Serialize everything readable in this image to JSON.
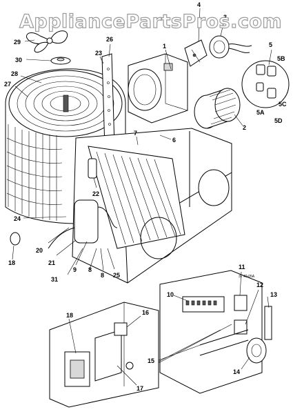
{
  "watermark": "AppliancePartsPros.com",
  "tiny_label": "3 / 40-05A",
  "callouts": [
    {
      "id": "c1",
      "label": "1"
    },
    {
      "id": "c2",
      "label": "2"
    },
    {
      "id": "c3",
      "label": "3"
    },
    {
      "id": "c4",
      "label": "4"
    },
    {
      "id": "c5",
      "label": "5"
    },
    {
      "id": "c5a",
      "label": "5A"
    },
    {
      "id": "c5b",
      "label": "5B"
    },
    {
      "id": "c5c",
      "label": "5C"
    },
    {
      "id": "c5d",
      "label": "5D"
    },
    {
      "id": "c6",
      "label": "6"
    },
    {
      "id": "c7",
      "label": "7"
    },
    {
      "id": "c8",
      "label": "8"
    },
    {
      "id": "c8b",
      "label": "8"
    },
    {
      "id": "c9",
      "label": "9"
    },
    {
      "id": "c10",
      "label": "10"
    },
    {
      "id": "c11",
      "label": "11"
    },
    {
      "id": "c12",
      "label": "12"
    },
    {
      "id": "c13",
      "label": "13"
    },
    {
      "id": "c14",
      "label": "14"
    },
    {
      "id": "c15",
      "label": "15"
    },
    {
      "id": "c16",
      "label": "16"
    },
    {
      "id": "c17",
      "label": "17"
    },
    {
      "id": "c18",
      "label": "18"
    },
    {
      "id": "c18b",
      "label": "18"
    },
    {
      "id": "c20",
      "label": "20"
    },
    {
      "id": "c21",
      "label": "21"
    },
    {
      "id": "c22",
      "label": "22"
    },
    {
      "id": "c23",
      "label": "23"
    },
    {
      "id": "c24",
      "label": "24"
    },
    {
      "id": "c25",
      "label": "25"
    },
    {
      "id": "c26",
      "label": "26"
    },
    {
      "id": "c27",
      "label": "27"
    },
    {
      "id": "c28",
      "label": "28"
    },
    {
      "id": "c29",
      "label": "29"
    },
    {
      "id": "c30",
      "label": "30"
    },
    {
      "id": "c31",
      "label": "31"
    }
  ]
}
